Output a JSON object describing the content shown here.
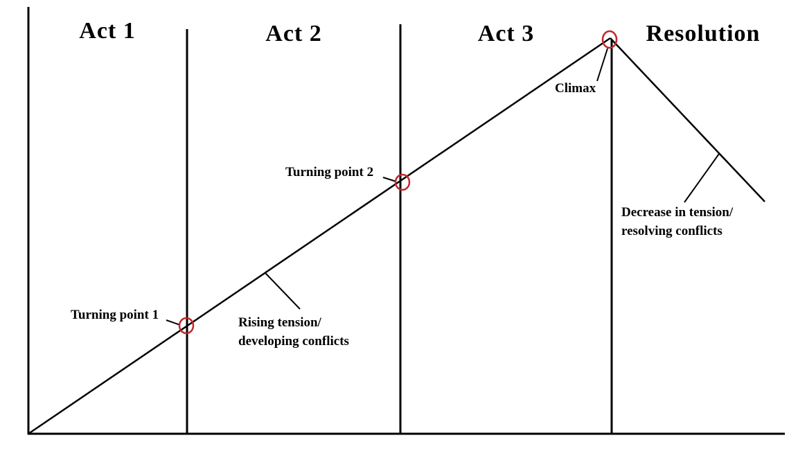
{
  "diagram": {
    "kind": "three-act story structure arc",
    "acts": [
      {
        "label": "Act 1"
      },
      {
        "label": "Act 2"
      },
      {
        "label": "Act 3"
      },
      {
        "label": "Resolution"
      }
    ],
    "annotations": {
      "turning_point_1": "Turning point 1",
      "turning_point_2": "Turning point 2",
      "climax": "Climax",
      "rising_line_1": "Rising tension/",
      "rising_line_2": "developing conflicts",
      "decrease_line_1": "Decrease in tension/",
      "decrease_line_2": "resolving conflicts"
    },
    "colors": {
      "line": "#000000",
      "marker": "#c0272d",
      "background": "#ffffff"
    }
  }
}
